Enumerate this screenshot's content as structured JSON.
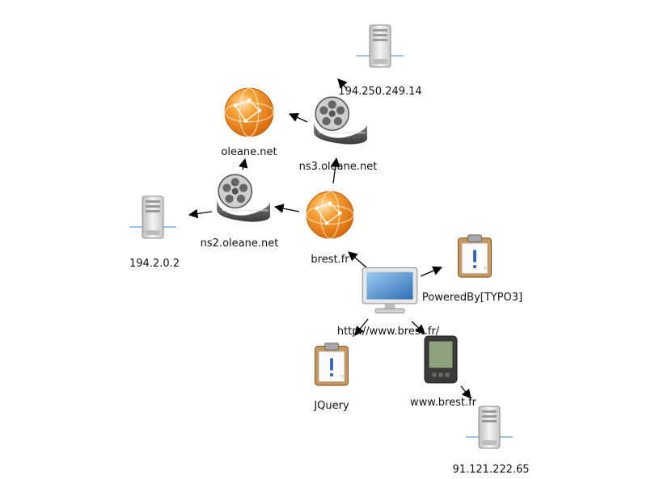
{
  "graph": {
    "nodes": [
      {
        "id": "n-194-250",
        "label": "194.250.249.14",
        "icon": "server-icon"
      },
      {
        "id": "n-oleane",
        "label": "oleane.net",
        "icon": "globe-icon"
      },
      {
        "id": "n-ns3",
        "label": "ns3.oleane.net",
        "icon": "film-reel-icon"
      },
      {
        "id": "n-ns2",
        "label": "ns2.oleane.net",
        "icon": "film-reel-icon"
      },
      {
        "id": "n-194-2",
        "label": "194.2.0.2",
        "icon": "server-icon"
      },
      {
        "id": "n-brest",
        "label": "brest.fr",
        "icon": "globe-icon"
      },
      {
        "id": "n-url",
        "label": "http://www.brest.fr/",
        "icon": "monitor-icon"
      },
      {
        "id": "n-typo3",
        "label": "PoweredBy[TYPO3]",
        "icon": "clipboard-icon"
      },
      {
        "id": "n-jquery",
        "label": "JQuery",
        "icon": "clipboard-icon"
      },
      {
        "id": "n-www",
        "label": "www.brest.fr",
        "icon": "pda-icon"
      },
      {
        "id": "n-91",
        "label": "91.121.222.65",
        "icon": "server-icon"
      }
    ],
    "edges": [
      {
        "from": "n-ns3",
        "to": "n-194-250"
      },
      {
        "from": "n-ns3",
        "to": "n-oleane"
      },
      {
        "from": "n-ns2",
        "to": "n-oleane"
      },
      {
        "from": "n-ns2",
        "to": "n-194-2"
      },
      {
        "from": "n-brest",
        "to": "n-ns2"
      },
      {
        "from": "n-brest",
        "to": "n-ns3"
      },
      {
        "from": "n-url",
        "to": "n-brest"
      },
      {
        "from": "n-url",
        "to": "n-typo3"
      },
      {
        "from": "n-url",
        "to": "n-jquery"
      },
      {
        "from": "n-url",
        "to": "n-www"
      },
      {
        "from": "n-www",
        "to": "n-91"
      }
    ]
  },
  "colors": {
    "edge": "#000000",
    "globe": "#f28a1c",
    "server": "#d9d9d9",
    "monitor_screen": "#3a7fc8",
    "clipboard": "#c9975a"
  }
}
